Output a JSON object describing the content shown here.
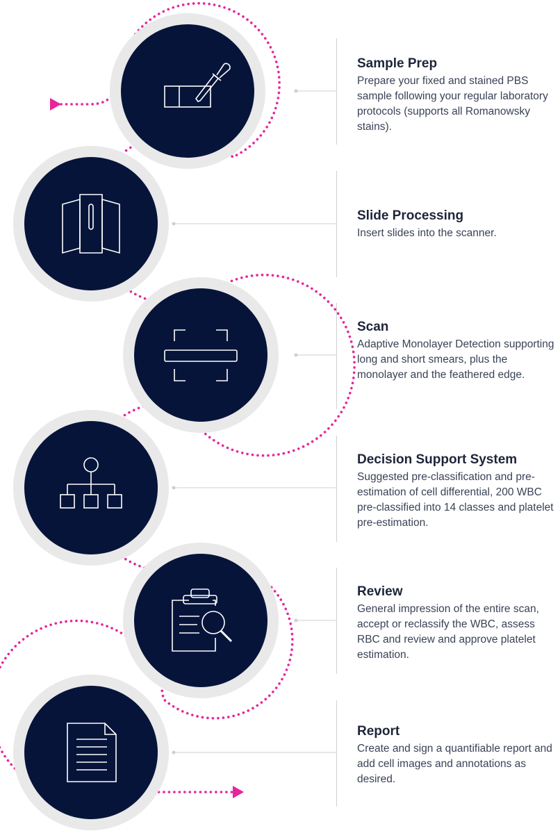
{
  "colors": {
    "accent": "#e6259b",
    "circle_fill": "#07143a",
    "ring": "#e9e9e9",
    "line": "#cfcfcf",
    "title": "#1d2538",
    "text": "#3a4256"
  },
  "steps": [
    {
      "title": "Sample Prep",
      "description": "Prepare your fixed and stained PBS sample following your regular laboratory protocols (supports all Romanowsky stains).",
      "icon": "dropper-slide-icon"
    },
    {
      "title": "Slide Processing",
      "description": "Insert slides into the scanner.",
      "icon": "scanner-slot-icon"
    },
    {
      "title": "Scan",
      "description": "Adaptive Monolayer Detection supporting long and short smears, plus the monolayer and the feathered edge.",
      "icon": "scan-frame-icon"
    },
    {
      "title": "Decision Support System",
      "description": "Suggested pre-classification and pre-estimation of cell differential, 200 WBC pre-classified into 14 classes and platelet pre-estimation.",
      "icon": "hierarchy-icon"
    },
    {
      "title": "Review",
      "description": "General impression of the entire scan, accept or reclassify the WBC, assess RBC and review and approve platelet estimation.",
      "icon": "clipboard-search-icon"
    },
    {
      "title": "Report",
      "description": "Create and sign a quantifiable report and add cell images and annotations as desired.",
      "icon": "document-icon"
    }
  ]
}
